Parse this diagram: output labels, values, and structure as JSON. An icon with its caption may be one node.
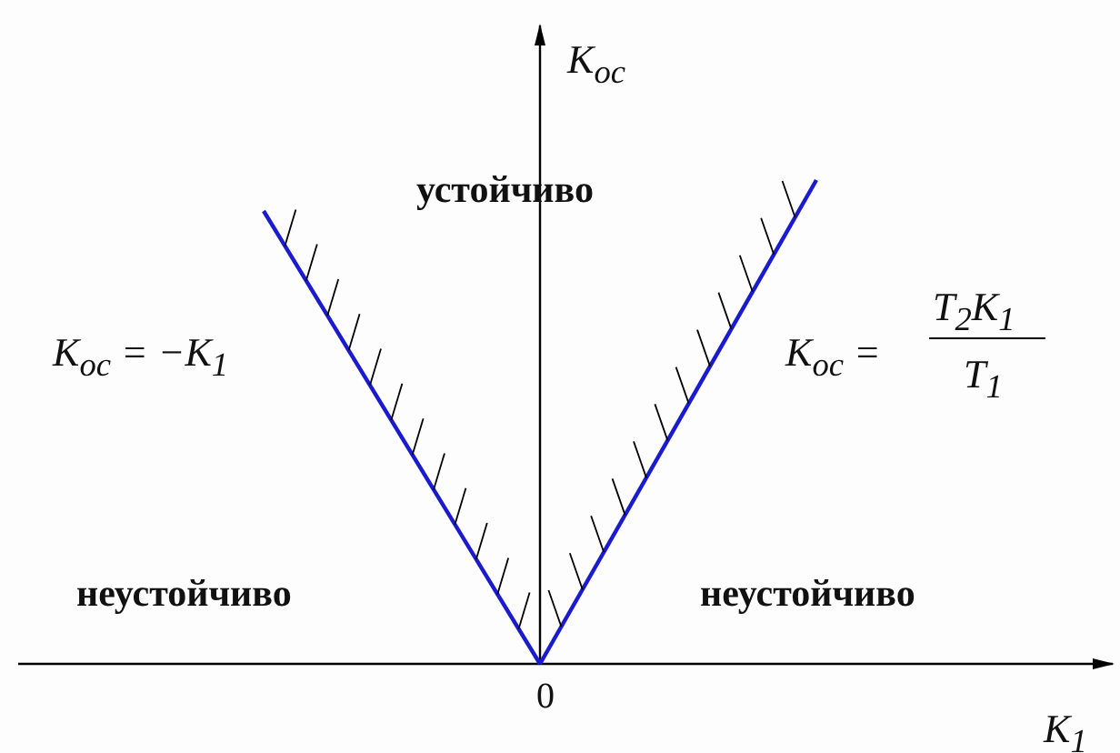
{
  "diagram": {
    "labels": [
      "K$_{oc}$",
      "устойчиво",
      "K$_{oc}$ = −K$_{1}$",
      "K$_{oc}$ =",
      "T$_{2}$K$_{1}$",
      "T$_{1}$",
      "неустойчиво",
      "неустойчиво",
      "0",
      "K$_{1}$"
    ]
  }
}
